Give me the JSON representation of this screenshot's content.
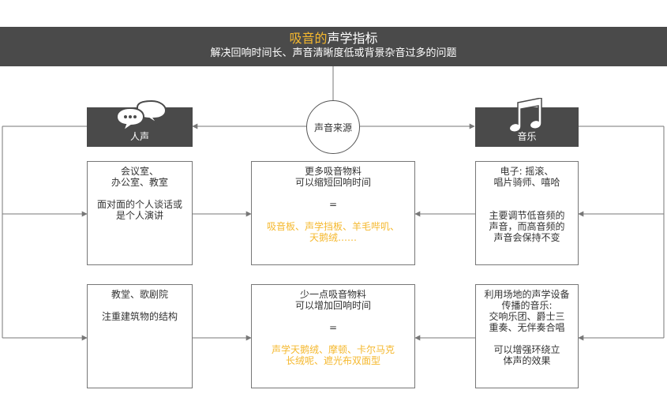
{
  "header": {
    "title_accent": "吸音的",
    "title_rest": "声学指标",
    "subtitle": "解决回响时间长、声音清晰度低或背景杂音过多的问题"
  },
  "center": {
    "label": "声音来源"
  },
  "left_category": {
    "label": "人声",
    "icon": "speech-bubbles-icon"
  },
  "right_category": {
    "label": "音乐",
    "icon": "music-notes-icon"
  },
  "boxes": {
    "left_top": {
      "line1": "会议室、",
      "line2": "办公室、教室",
      "line3": "面对面的个人谈话或",
      "line4": "是个人演讲"
    },
    "left_bottom": {
      "line1": "教堂、歌剧院",
      "line2": "注重建筑物的结构"
    },
    "center_top": {
      "line1": "更多吸音物料",
      "line2": "可以缩短回响时间",
      "eq": "=",
      "hl1": "吸音板、声学挡板、羊毛哔叽、",
      "hl2": "天鹅绒……"
    },
    "center_bottom": {
      "line1": "少一点吸音物料",
      "line2": "可以增加回响时间",
      "eq": "=",
      "hl1": "声学天鹅绒、摩顿、卡尔马克",
      "hl2": "长绒呢、遮光布双面型"
    },
    "right_top": {
      "line1": "电子: 摇滚、",
      "line2": "唱片骑师、嘻哈",
      "line3": "主要调节低音频的",
      "line4": "声音，而高音频的",
      "line5": "声音会保持不变"
    },
    "right_bottom": {
      "line1": "利用场地的声学设备",
      "line2": "传播的音乐:",
      "line3": "交响乐团、爵士三",
      "line4": "重奏、无伴奏合唱",
      "line5": "可以增强环绕立",
      "line6": "体声的效果"
    }
  },
  "colors": {
    "banner": "#4a4a4a",
    "accent": "#f5b82e",
    "line": "#777777"
  }
}
